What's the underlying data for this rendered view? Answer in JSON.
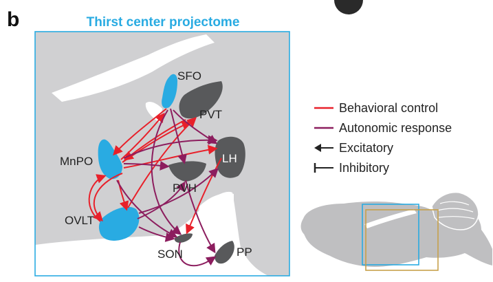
{
  "panel_label": "b",
  "title": "Thirst center projectome",
  "regions": {
    "sfo": "SFO",
    "pvt": "PVT",
    "mnpo": "MnPO",
    "lh": "LH",
    "pvh": "PVH",
    "ovlt": "OVLT",
    "son": "SON",
    "pp": "PP"
  },
  "legend": {
    "behavioral": "Behavioral control",
    "autonomic": "Autonomic response",
    "excitatory": "Excitatory",
    "inhibitory": "Inhibitory"
  },
  "colors": {
    "accent_blue": "#29abe2",
    "behavioral_red": "#e8202a",
    "autonomic_purple": "#8c1d5e",
    "tissue_gray": "#d0d0d2",
    "region_gray": "#58595b"
  }
}
